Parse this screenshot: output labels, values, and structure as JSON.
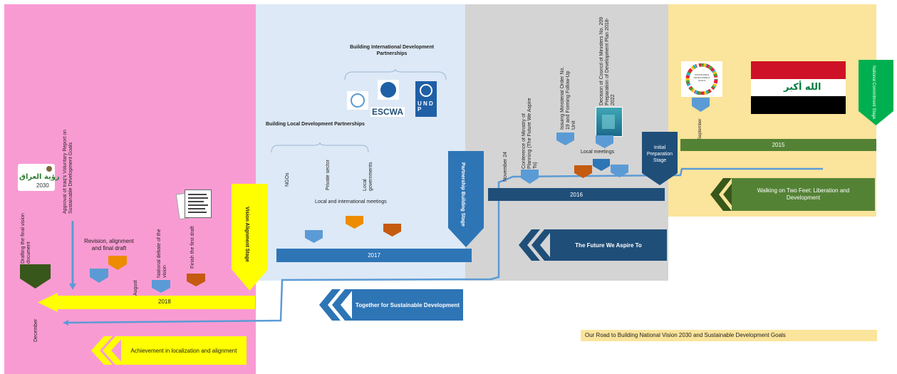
{
  "stages": {
    "alignment": {
      "year": "2018",
      "stage_label": "Vision Alignment Stage",
      "banner": "Achievement in localization and alignment"
    },
    "partnership": {
      "year": "2017",
      "stage_label": "Partnership Building Stage",
      "banner": "Together for Sustainable Development"
    },
    "initial": {
      "year": "2016",
      "stage_label": "Initial Preparation Stage",
      "banner": "The Future We Aspire To"
    },
    "commitment": {
      "year": "2015",
      "stage_label": "National Commitment Stage",
      "banner": "Walking on Two Feet: Liberation and Development"
    }
  },
  "alignment_events": {
    "drafting": "Drafting the final vision document",
    "december": "December",
    "approval": "Approval of Iraq's Voluntary Report on Sustainable Development Goals",
    "revision": "Revision, alignment and final draft",
    "august": "August",
    "national_debate": "National debate of the vision",
    "first_draft": "Finish the first draft",
    "vision_logo_arabic": "رؤية العراق",
    "vision_logo_year": "2030"
  },
  "partnership_events": {
    "international_title": "Building International Development Partnerships",
    "escwa": "ESCWA",
    "undp": "U N D P",
    "local_title": "Building Local Development Partnerships",
    "ngos": "NGOs",
    "private_sector": "Private sector",
    "local_gov": "Local governments",
    "meetings": "Local and international meetings"
  },
  "initial_events": {
    "november": "November 24",
    "conference": "Conference of Ministry of Planning (The Future We Aspire To)",
    "ministerial_order": "Issuing Ministerial Order No. 19 and Forming Follow-Up Unit",
    "council_decision": "Decision of Council of Ministers No. 209 Preparation of Development Plan 2018-2022",
    "local_meetings": "Local meetings"
  },
  "commitment_events": {
    "september": "September",
    "sdg_logo": "SUSTAINABLE DEVELOPMENT GOALS",
    "flag_text": "الله أكبر"
  },
  "footer_title": "Our Road to Building National Vision 2030 and Sustainable Development Goals",
  "colors": {
    "pink": "#f99bd3",
    "light_blue": "#dde9f6",
    "grey": "#d4d4d4",
    "yellow_zone": "#fbe49b",
    "yellow": "#ffff00",
    "dark_green": "#38571a",
    "green_bar": "#548235",
    "blue": "#2e75b6",
    "navy": "#1f4e79",
    "light_blue_marker": "#5b9bd5",
    "orange": "#ed8c00",
    "brown": "#c55a11"
  }
}
